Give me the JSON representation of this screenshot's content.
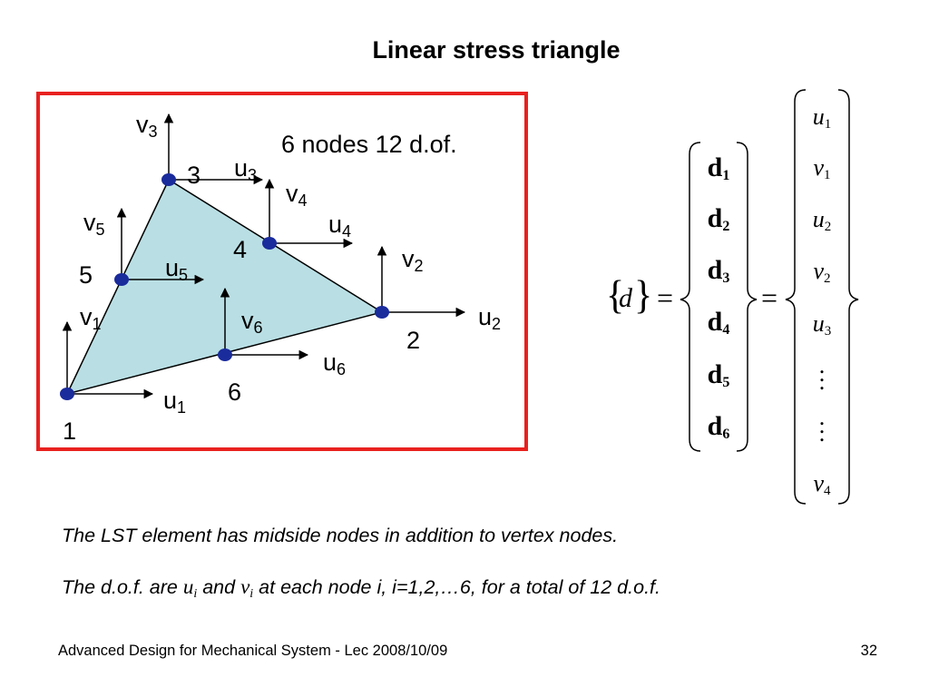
{
  "slide": {
    "title": "Linear stress triangle"
  },
  "diagram": {
    "caption": "6 nodes 12 d.of.",
    "fill_color": "#b9dfe4",
    "node_color": "#1a2b9c",
    "frame_color": "#e8211f",
    "nodes": [
      {
        "id": "1",
        "u": "u",
        "u_sub": "1",
        "v": "v",
        "v_sub": "1"
      },
      {
        "id": "2",
        "u": "u",
        "u_sub": "2",
        "v": "v",
        "v_sub": "2"
      },
      {
        "id": "3",
        "u": "u",
        "u_sub": "3",
        "v": "v",
        "v_sub": "3"
      },
      {
        "id": "4",
        "u": "u",
        "u_sub": "4",
        "v": "v",
        "v_sub": "4"
      },
      {
        "id": "5",
        "u": "u",
        "u_sub": "5",
        "v": "v",
        "v_sub": "5"
      },
      {
        "id": "6",
        "u": "u",
        "u_sub": "6",
        "v": "v",
        "v_sub": "6"
      }
    ]
  },
  "equation": {
    "lhs_symbol": "d",
    "equals": "=",
    "middle": [
      {
        "sym": "d",
        "sub": "1"
      },
      {
        "sym": "d",
        "sub": "2"
      },
      {
        "sym": "d",
        "sub": "3"
      },
      {
        "sym": "d",
        "sub": "4"
      },
      {
        "sym": "d",
        "sub": "5"
      },
      {
        "sym": "d",
        "sub": "6"
      }
    ],
    "right": [
      {
        "sym": "u",
        "sub": "1"
      },
      {
        "sym": "v",
        "sub": "1"
      },
      {
        "sym": "u",
        "sub": "2"
      },
      {
        "sym": "v",
        "sub": "2"
      },
      {
        "sym": "u",
        "sub": "3"
      }
    ],
    "right_last": {
      "sym": "v",
      "sub": "4"
    }
  },
  "text": {
    "line1": "The LST element has midside nodes in addition to vertex nodes.",
    "line2_a": "The d.o.f. are ",
    "line2_u": "u",
    "line2_i1": "i",
    "line2_b": " and ",
    "line2_v": "v",
    "line2_i2": "i",
    "line2_c": " at each node i, i=1,2,…6, for a total of 12 d.o.f."
  },
  "footer": {
    "left": "Advanced Design for Mechanical System - Lec 2008/10/09",
    "page": "32"
  }
}
